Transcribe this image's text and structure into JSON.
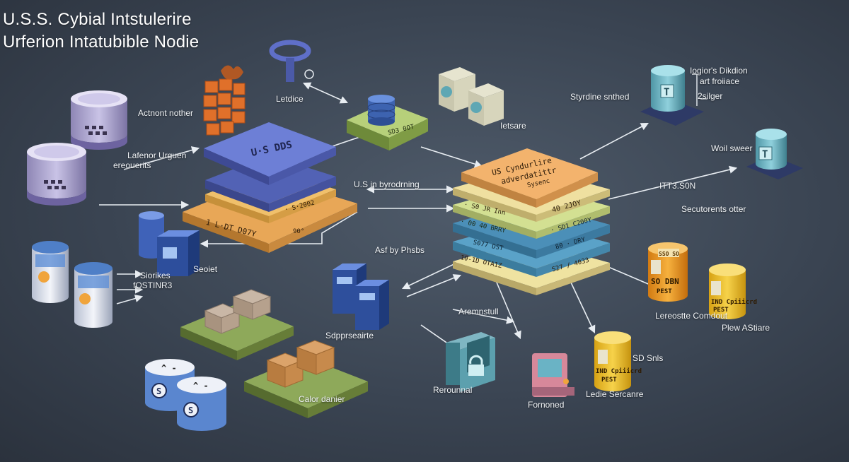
{
  "title": {
    "line1": "U.S.S. Cybial Intstulerire",
    "line2": "Urferion Intatubible Nodie"
  },
  "labels": {
    "actnot_nother": "Actnont nother",
    "lafenor_urguen": "Lafenor Urguen",
    "ereouerits": "ereouerits",
    "letdice": "Letdice",
    "letsare": "Ietsare",
    "styrine_smthed": "Styrdine snthed",
    "logiors_dikdion": "Iogior's Dikdion",
    "art_froiiace": "art froiiace",
    "zsilger": "2silger",
    "woil_sweer": "Woil sweer",
    "ittsosn": "ITT3.S0N",
    "secuitorents_otter": "Secutorents otter",
    "us_in_byrodrning": "U.S in byrodrning",
    "seoiet": "Seoiet",
    "siorikes": "Siorikes",
    "fostinrd": "fOSTINR3",
    "asf_by_phsbs": "Asf by Phsbs",
    "aremnstull": "Aremnstull",
    "sdpprseairte": "Sdpprseairte",
    "lereosste_comdout": "Lereostte Comdout",
    "plew_astiare": "Plew AStiare",
    "rerounnal": "Rerounnal",
    "fornoned": "Fornoned",
    "ledie_sercanre": "Ledie Sercanre",
    "calor_danier": "Calor danier",
    "sd_snls": "SD Snls"
  },
  "stacks": {
    "left_top": "U·S DDS",
    "left_bottom_1": "· S·2002",
    "left_bottom_2": "1 L·DT D07Y",
    "left_bottom_3": "90°",
    "center_lines": [
      "US Cyndurlire",
      "adverdatittr",
      "Sysenc"
    ],
    "center_values": [
      "40 2JOY",
      "· S0 JR Inn",
      "· 00 40 BRRY",
      "S077 DST",
      "· SD1 C200Y",
      "80 · DRY",
      "10-1D OTA1Z",
      "S27 / 4033"
    ],
    "top_box": "SD3 0OT"
  },
  "barrels": {
    "orange_top": "SSO SO",
    "orange_main": "SO DBN",
    "orange_sub": "PEST",
    "yellow_right_main": "IND Cpiiicrd",
    "yellow_right_sub": "PEST",
    "yellow_bottom_main": "IND Cpiiicrd",
    "yellow_bottom_sub": "PEST"
  },
  "colors": {
    "bg_center": "#4f5b6a",
    "bg_edge": "#2b323d",
    "stack_blue": "#5b6fc2",
    "stack_orange": "#f2b26a",
    "stack_yellow": "#efe2a0",
    "stack_green": "#c9dc8e",
    "teal": "#77b7c4",
    "accent_orange": "#f5a623"
  }
}
